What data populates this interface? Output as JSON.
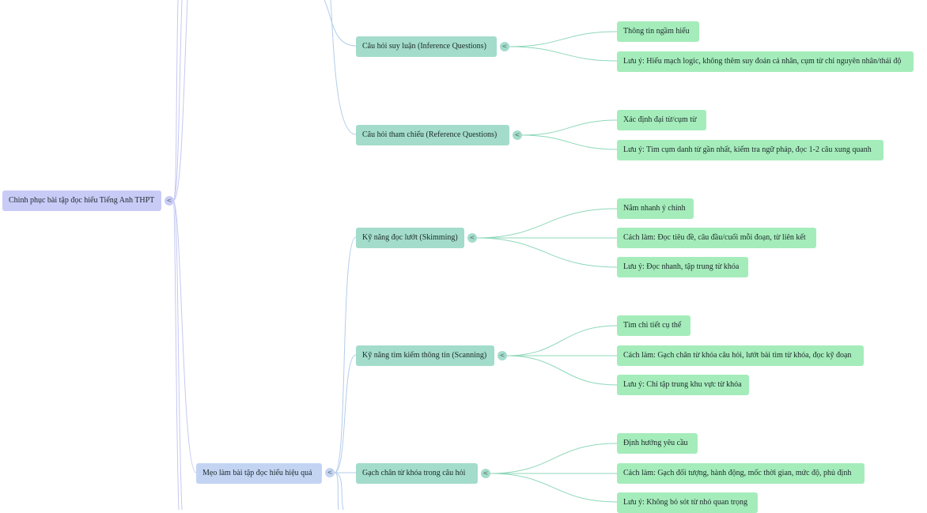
{
  "mindmap": {
    "root": {
      "label": "Chinh phục bài tập đọc hiểu Tiếng Anh THPT",
      "toggle_glyph": "<"
    },
    "branch_tips": {
      "label": "Mẹo làm bài tập đọc hiểu hiệu quả",
      "toggle_glyph": "<"
    },
    "inference": {
      "label": "Câu hỏi suy luận (Inference Questions)",
      "toggle_glyph": "<",
      "children": [
        "Thông tin ngầm hiểu",
        "Lưu ý: Hiểu mạch logic, không thêm suy đoán cá nhân, cụm từ chỉ nguyên nhân/thái độ"
      ]
    },
    "reference": {
      "label": "Câu hỏi tham chiếu (Reference Questions)",
      "toggle_glyph": "<",
      "children": [
        "Xác định đại từ/cụm từ",
        "Lưu ý: Tìm cụm danh từ gần nhất, kiểm tra ngữ pháp, đọc 1-2 câu xung quanh"
      ]
    },
    "skimming": {
      "label": "Kỹ năng đọc lướt (Skimming)",
      "toggle_glyph": "<",
      "children": [
        "Nắm nhanh ý chính",
        "Cách làm: Đọc tiêu đề, câu đầu/cuối mỗi đoạn, từ liên kết",
        "Lưu ý: Đọc nhanh, tập trung từ khóa"
      ]
    },
    "scanning": {
      "label": "Kỹ năng tìm kiếm thông tin (Scanning)",
      "toggle_glyph": "<",
      "children": [
        "Tìm chi tiết cụ thể",
        "Cách làm: Gạch chân từ khóa câu hỏi, lướt bài tìm từ khóa, đọc kỹ đoạn",
        "Lưu ý: Chỉ tập trung khu vực từ khóa"
      ]
    },
    "underline": {
      "label": "Gạch chân từ khóa trong câu hỏi",
      "toggle_glyph": "<",
      "children": [
        "Định hướng yêu cầu",
        "Cách làm: Gạch đối tượng, hành động, mốc thời gian, mức độ, phủ định",
        "Lưu ý: Không bỏ sót từ nhỏ quan trọng"
      ]
    }
  },
  "colors": {
    "root_fill": "#c9cbf7",
    "level1_fill": "#c3d4f3",
    "level2_fill": "#a3dccb",
    "level3_fill": "#a5ecbb",
    "root_edges": "#c5c8f2",
    "level1_edges": "#b3cdea",
    "level2_edges": "#8fd8b9"
  }
}
